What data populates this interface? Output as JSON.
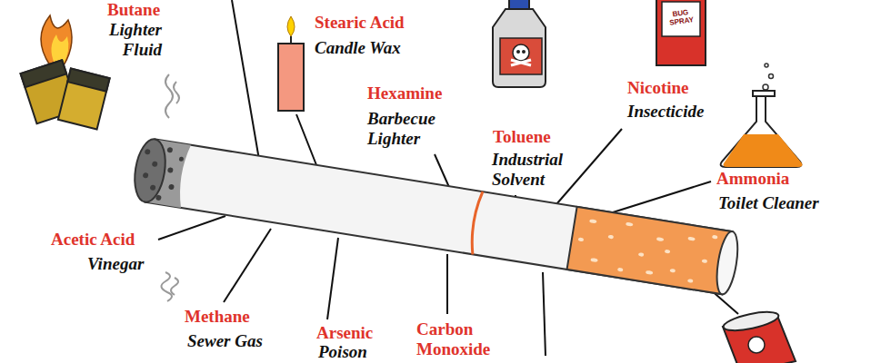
{
  "diagram": {
    "labels": [
      "Butane",
      "Lighter Fluid",
      "Stearic Acid",
      "Candle Wax",
      "Hexamine",
      "Barbecue Lighter",
      "Toluene",
      "Industrial Solvent",
      "Nicotine",
      "Insecticide",
      "Ammonia",
      "Toilet Cleaner",
      "Acetic Acid",
      "Vinegar",
      "Methane",
      "Sewer Gas",
      "Arsenic",
      "Poison",
      "Carbon Monoxide",
      "BUG SPRAY"
    ]
  }
}
